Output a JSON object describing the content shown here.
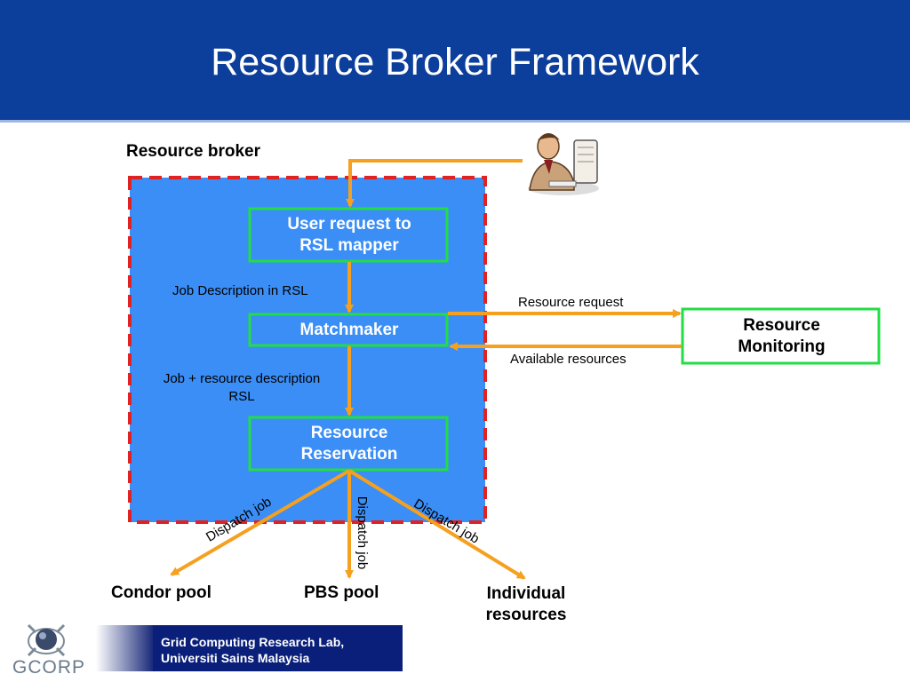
{
  "title": "Resource Broker Framework",
  "labels": {
    "resource_broker": "Resource broker",
    "job_description": "Job Description in RSL",
    "job_resource_line1": "Job + resource description",
    "job_resource_line2": "RSL",
    "resource_request": "Resource request",
    "available_resources": "Available resources",
    "dispatch_left": "Dispatch job",
    "dispatch_mid": "Dispatch job",
    "dispatch_right": "Dispatch job"
  },
  "boxes": {
    "user_request_line1": "User request to",
    "user_request_line2": "RSL mapper",
    "matchmaker": "Matchmaker",
    "reservation_line1": "Resource",
    "reservation_line2": "Reservation",
    "monitoring_line1": "Resource",
    "monitoring_line2": "Monitoring"
  },
  "targets": {
    "condor": "Condor pool",
    "pbs": "PBS pool",
    "individual_line1": "Individual",
    "individual_line2": "resources"
  },
  "footer": {
    "lab": "Grid Computing Research Lab,\nUniversiti Sains Malaysia",
    "logo_text": "GCORP"
  },
  "colors": {
    "header_blue": "#0c3e9b",
    "broker_fill": "#3a8ef6",
    "broker_border": "#e02222",
    "box_border": "#22dd44",
    "arrow": "#f5a01f"
  }
}
